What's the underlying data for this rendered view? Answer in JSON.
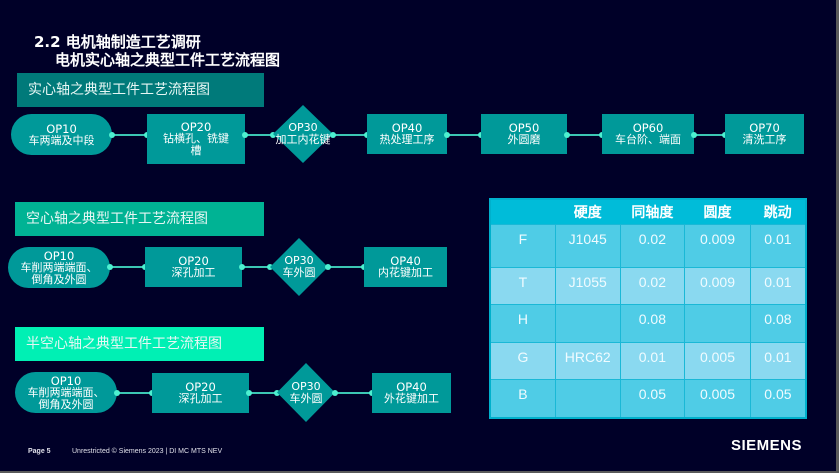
{
  "title": {
    "line1": "2.2 电机轴制造工艺调研",
    "line2": "电机实心轴之典型工件工艺流程图"
  },
  "colors": {
    "background": "#000028",
    "node": "#009999",
    "header_solid": "#007a7a",
    "header_hollow": "#00b394",
    "header_semi": "#00f0b4",
    "connector": "#4df0d0",
    "table_header": "#00bcd9",
    "table_row_a": "#4fcce6",
    "table_row_b": "#8ad9f0"
  },
  "flows": [
    {
      "header": "实心轴之典型工件工艺流程图",
      "steps": [
        {
          "op": "OP10",
          "desc": "车两端及中段",
          "shape": "pill"
        },
        {
          "op": "OP20",
          "desc": "钻横孔、铣键槽",
          "shape": "rect"
        },
        {
          "op": "OP30",
          "desc": "加工内花键",
          "shape": "diamond"
        },
        {
          "op": "OP40",
          "desc": "热处理工序",
          "shape": "rect"
        },
        {
          "op": "OP50",
          "desc": "外圆磨",
          "shape": "rect"
        },
        {
          "op": "OP60",
          "desc": "车台阶、端面",
          "shape": "rect"
        },
        {
          "op": "OP70",
          "desc": "清洗工序",
          "shape": "rect"
        }
      ]
    },
    {
      "header": "空心轴之典型工件工艺流程图",
      "steps": [
        {
          "op": "OP10",
          "desc": "车削两端端面、倒角及外圆",
          "shape": "pill"
        },
        {
          "op": "OP20",
          "desc": "深孔加工",
          "shape": "rect"
        },
        {
          "op": "OP30",
          "desc": "车外圆",
          "shape": "diamond"
        },
        {
          "op": "OP40",
          "desc": "内花键加工",
          "shape": "rect"
        }
      ]
    },
    {
      "header": "半空心轴之典型工件工艺流程图",
      "steps": [
        {
          "op": "OP10",
          "desc": "车削两端端面、倒角及外圆",
          "shape": "pill"
        },
        {
          "op": "OP20",
          "desc": "深孔加工",
          "shape": "rect"
        },
        {
          "op": "OP30",
          "desc": "车外圆",
          "shape": "diamond"
        },
        {
          "op": "OP40",
          "desc": "外花键加工",
          "shape": "rect"
        }
      ]
    }
  ],
  "table": {
    "headers": [
      "",
      "硬度",
      "同轴度",
      "圆度",
      "跳动"
    ],
    "rows": [
      [
        "F",
        "J1045",
        "0.02",
        "0.009",
        "0.01"
      ],
      [
        "T",
        "J1055",
        "0.02",
        "0.009",
        "0.01"
      ],
      [
        "H",
        "",
        "0.08",
        "",
        "0.08"
      ],
      [
        "G",
        "HRC62",
        "0.01",
        "0.005",
        "0.01"
      ],
      [
        "B",
        "",
        "0.05",
        "0.005",
        "0.05"
      ]
    ]
  },
  "footer": {
    "page": "Page 5",
    "copyright": "Unrestricted © Siemens 2023 | DI MC MTS NEV",
    "logo": "SIEMENS"
  }
}
